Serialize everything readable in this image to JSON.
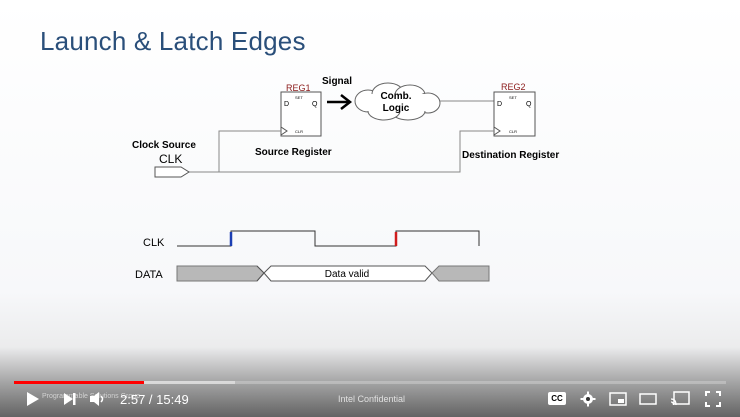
{
  "slide": {
    "title": "Launch & Latch Edges",
    "diagram": {
      "reg1_label": "REG1",
      "reg2_label": "REG2",
      "set_label": "SET",
      "clr_label": "CLR",
      "d_label": "D",
      "q_label": "Q",
      "signal_label": "Signal",
      "comb_line1": "Comb.",
      "comb_line2": "Logic",
      "clock_source_label": "Clock Source",
      "clk_label": "CLK",
      "source_register_label": "Source Register",
      "destination_register_label": "Destination Register"
    },
    "timing": {
      "clk_label": "CLK",
      "data_label": "DATA",
      "data_valid_label": "Data valid",
      "launch_edge_color": "#1c3fb3",
      "latch_edge_color": "#d01c1c"
    }
  },
  "player": {
    "current_time": "2:57",
    "separator": " / ",
    "duration": "15:49",
    "chapter_title": "Intel Confidential",
    "ghost_text": "Programmable Solutions Group",
    "progress_played_fraction": 0.183,
    "progress_loaded_fraction": 0.31,
    "cc_label": "CC",
    "icons": [
      "play-icon",
      "next-icon",
      "volume-icon",
      "cc-icon",
      "settings-icon",
      "miniplayer-icon",
      "theater-icon",
      "cast-icon",
      "fullscreen-icon"
    ]
  }
}
